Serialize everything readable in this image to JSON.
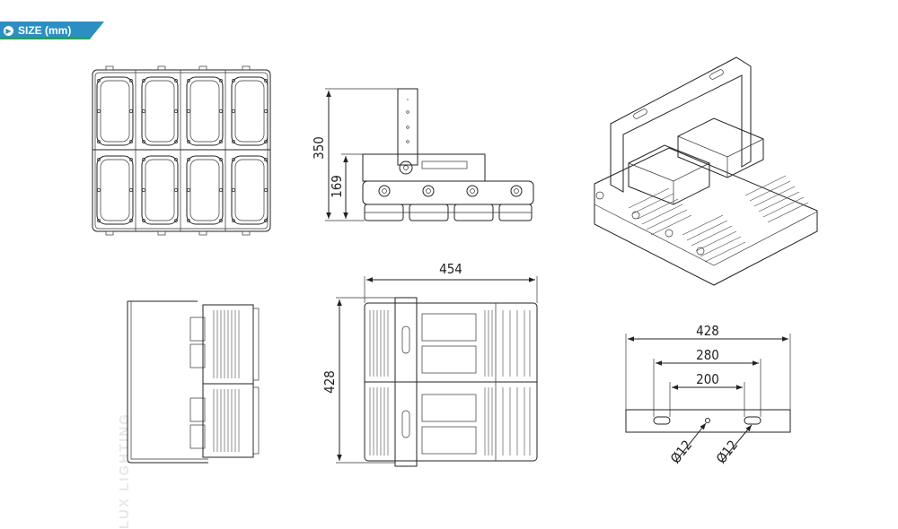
{
  "badge": {
    "label": "SIZE (mm)",
    "icon": "chevron-right-icon",
    "color": "#2c8fc4",
    "accent": "#2a9d5c"
  },
  "watermark": "LUX LIGHTING",
  "dimensions": {
    "side_height_total": "350",
    "side_height_body": "169",
    "bottom_width": "454",
    "bottom_height": "428",
    "bracket_total": "428",
    "bracket_outer_holes": "280",
    "bracket_inner_holes": "200",
    "hole_left": "Ø12",
    "hole_right": "Ø12"
  }
}
